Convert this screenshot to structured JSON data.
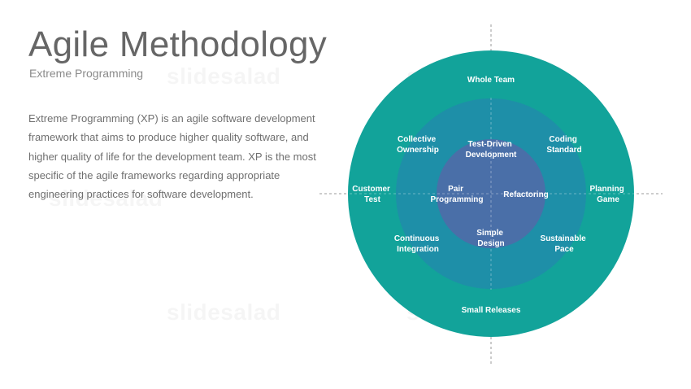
{
  "slide": {
    "title": "Agile Methodology",
    "subtitle": "Extreme Programming",
    "body": "Extreme Programming (XP) is an agile software development framework that aims to produce higher quality software, and higher quality of life for the development team. XP is the most specific of the agile frameworks regarding appropriate engineering practices for software development.",
    "watermark": "slidesalad"
  },
  "diagram": {
    "colors": {
      "outer_ring": "#12a39a",
      "middle_ring": "#1e8fa8",
      "inner_circle": "#4a6fa8",
      "guide_lines": "#9a9a9a"
    },
    "outer_ring_labels": {
      "whole_team": "Whole Team",
      "customer_test": [
        "Customer",
        "Test"
      ],
      "planning_game": [
        "Planning",
        "Game"
      ],
      "small_releases": "Small Releases"
    },
    "middle_ring_labels": {
      "collective_ownership": [
        "Collective",
        "Ownership"
      ],
      "coding_standard": [
        "Coding",
        "Standard"
      ],
      "continuous_integration": [
        "Continuous",
        "Integration"
      ],
      "sustainable_pace": [
        "Sustainable",
        "Pace"
      ]
    },
    "inner_labels": {
      "test_driven_development": [
        "Test-Driven",
        "Development"
      ],
      "pair_programming": [
        "Pair",
        "Programming"
      ],
      "refactoring": "Refactoring",
      "simple_design": [
        "Simple",
        "Design"
      ]
    }
  }
}
